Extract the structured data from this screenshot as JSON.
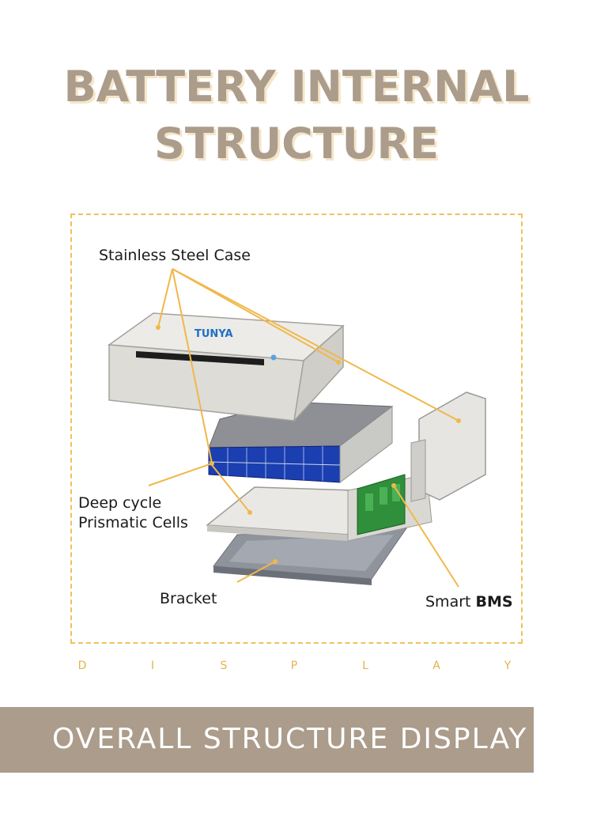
{
  "title": {
    "line1": "BATTERY INTERNAL",
    "line2": "STRUCTURE"
  },
  "diagram": {
    "brand_logo": "TUNYA",
    "labels": {
      "case": "Stainless Steel Case",
      "cells_line1": "Deep cycle",
      "cells_line2": "Prismatic Cells",
      "bracket": "Bracket",
      "bms_prefix": "Smart ",
      "bms_bold": "BMS"
    },
    "colors": {
      "frame": "#efc15a",
      "leader_line": "#f0b84a",
      "cell_blue": "#1b3fb0",
      "bms_green": "#2f8f3a",
      "case_gray": "#e4e3df"
    }
  },
  "display_letters": [
    "D",
    "I",
    "S",
    "P",
    "L",
    "A",
    "Y"
  ],
  "banner": {
    "text": "OVERALL STRUCTURE DISPLAY",
    "color": "#ab9c8b"
  }
}
